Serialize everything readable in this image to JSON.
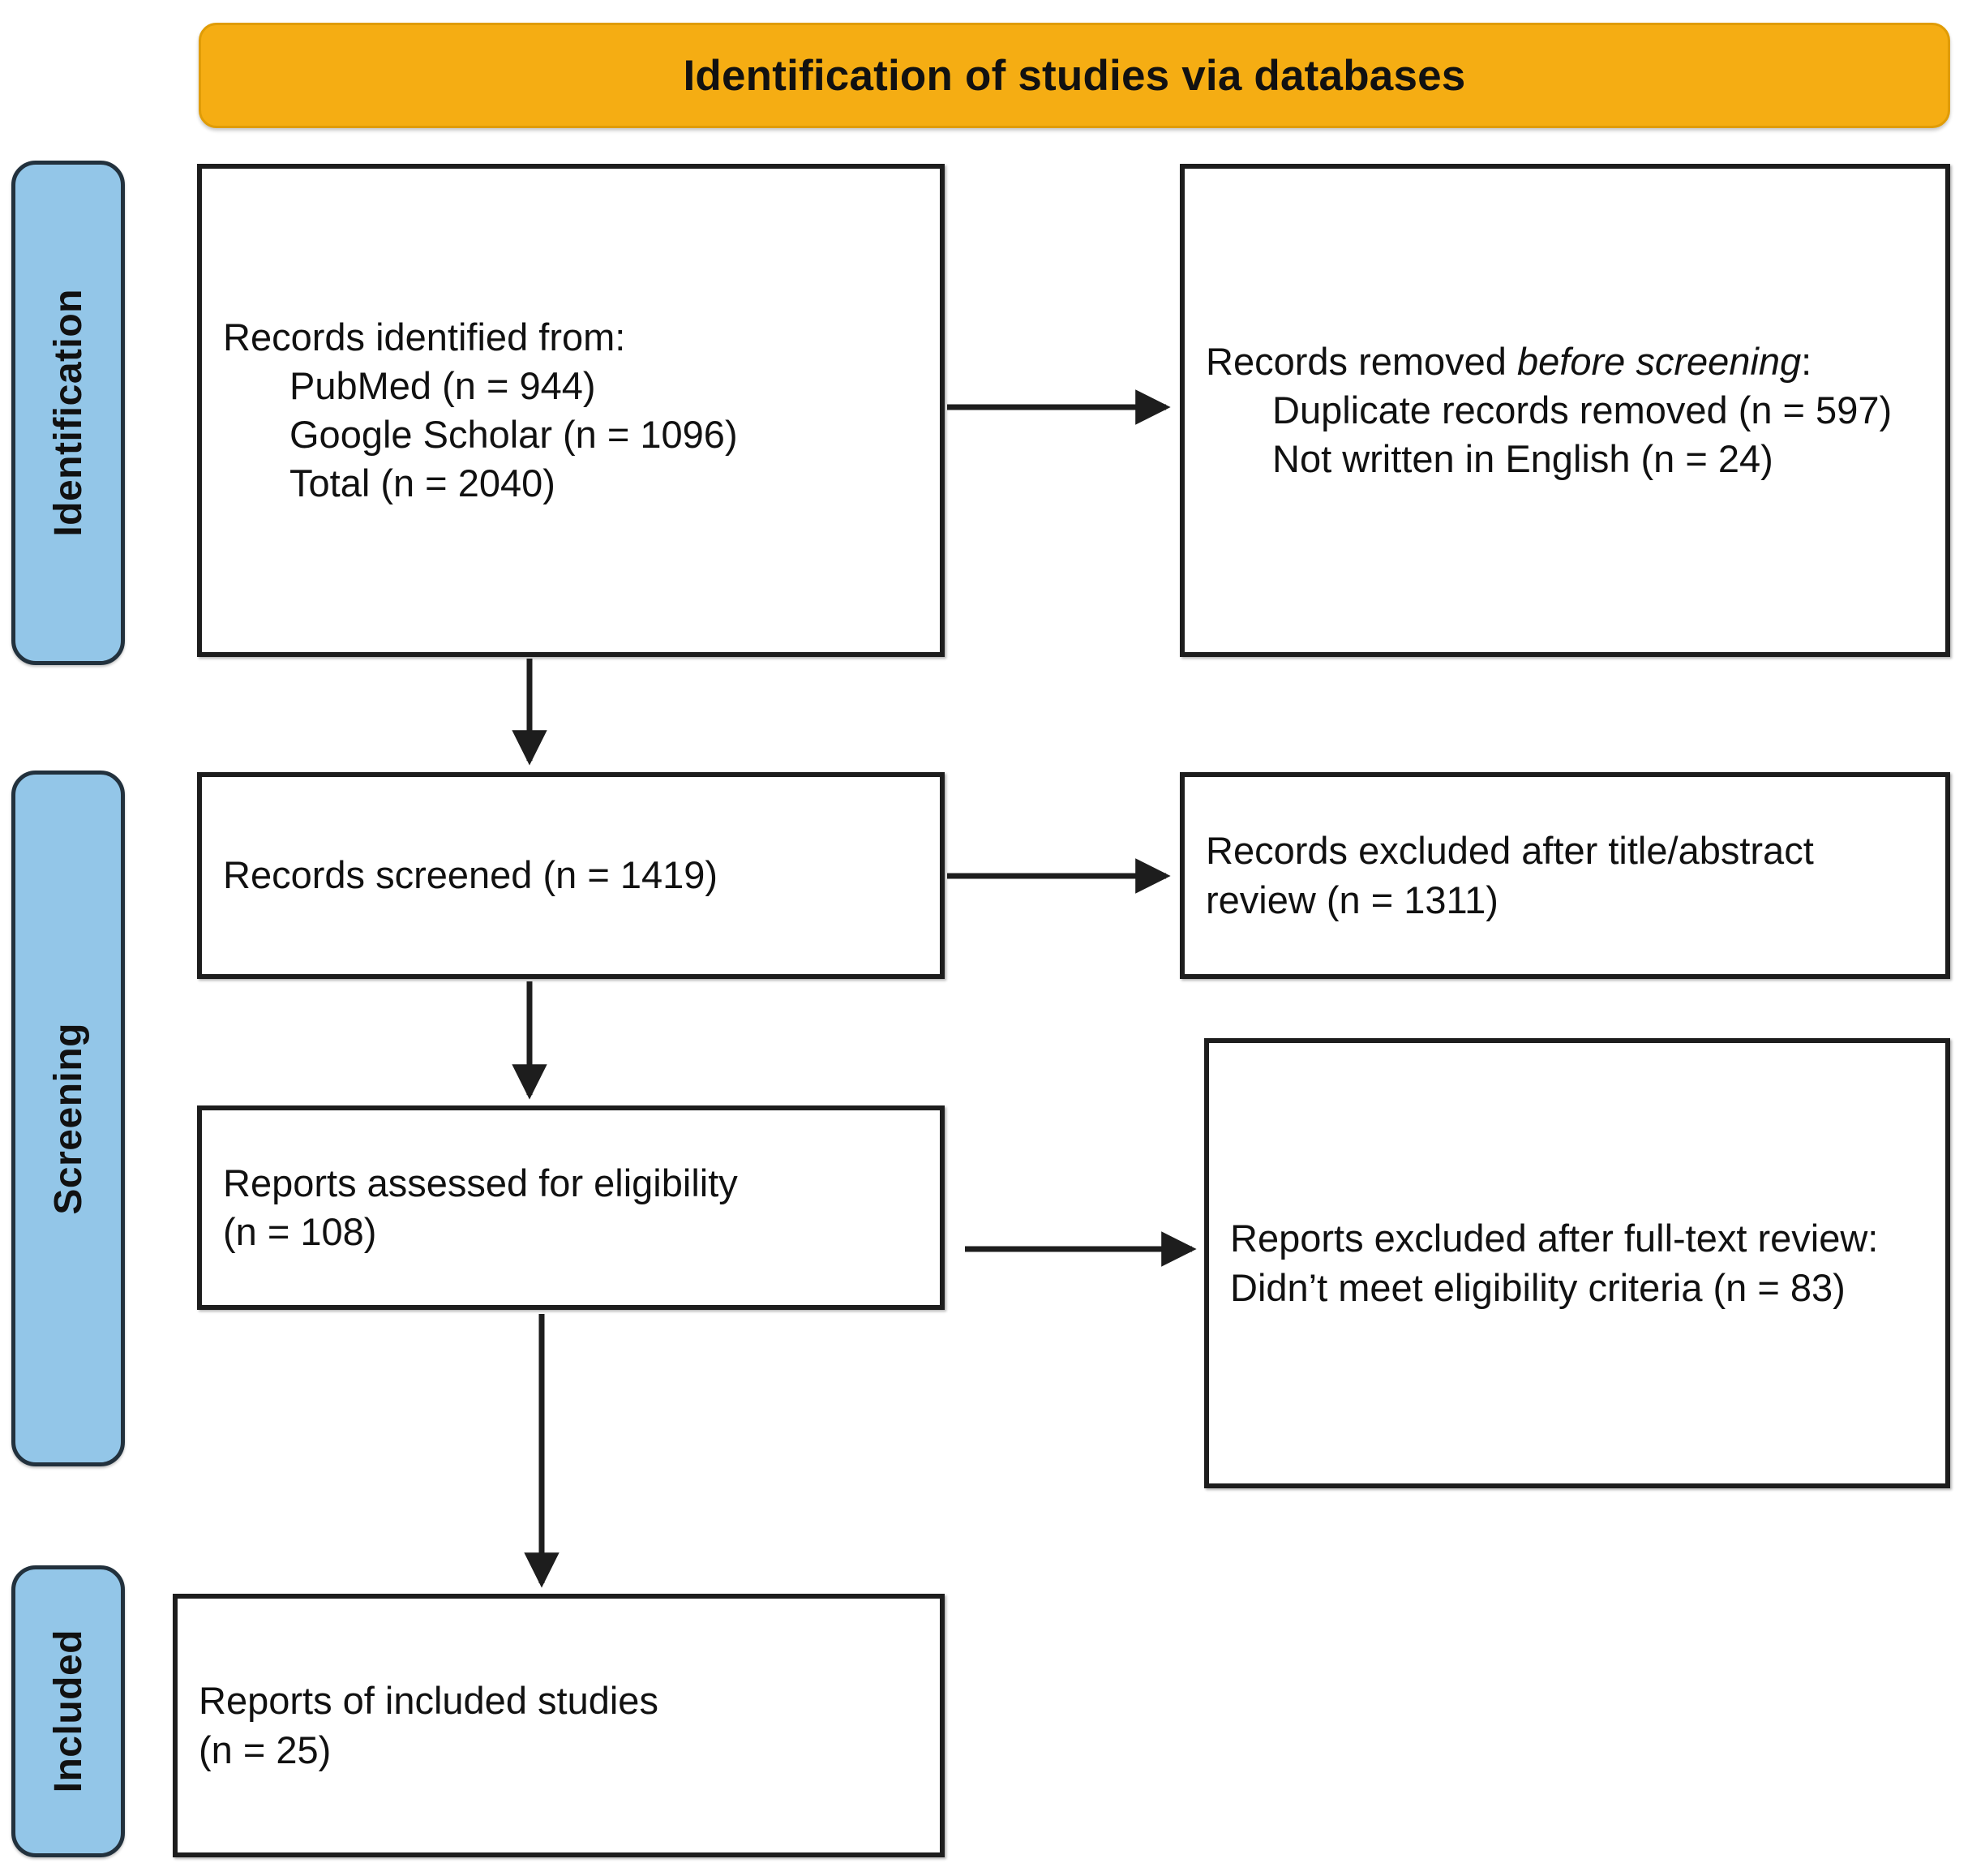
{
  "header": {
    "title": "Identification of studies via databases",
    "accent_color": "#f5ad13"
  },
  "phases": {
    "accent_color": "#93c6e8",
    "items": [
      {
        "id": "identification",
        "label": "Identification"
      },
      {
        "id": "screening",
        "label": "Screening"
      },
      {
        "id": "included",
        "label": "Included"
      }
    ]
  },
  "boxes": {
    "identified": {
      "title": "Records identified from:",
      "items": [
        "PubMed (n = 944)",
        "Google Scholar (n = 1096)",
        "Total (n = 2040)"
      ]
    },
    "removed_before_screening": {
      "title_plain": "Records removed ",
      "title_italic": "before screening",
      "title_suffix": ":",
      "items": [
        "Duplicate records removed (n = 597)",
        "Not written in English (n = 24)"
      ]
    },
    "screened": {
      "line": "Records screened (n = 1419)"
    },
    "excluded_title_abstract": {
      "line": "Records excluded after title/abstract review (n = 1311)"
    },
    "eligibility": {
      "line1": "Reports assessed for eligibility",
      "line2": "(n = 108)"
    },
    "excluded_full_text": {
      "title": "Reports excluded after full-text review:",
      "items": [
        "Didn’t meet eligibility criteria (n = 83)"
      ]
    },
    "included_studies": {
      "line1": "Reports of included studies",
      "line2": "(n = 25)"
    }
  },
  "arrows": [
    {
      "id": "identified-to-removed",
      "direction": "right"
    },
    {
      "id": "identified-to-screened",
      "direction": "down"
    },
    {
      "id": "screened-to-excluded-ta",
      "direction": "right"
    },
    {
      "id": "screened-to-eligibility",
      "direction": "down"
    },
    {
      "id": "eligibility-to-excluded-ft",
      "direction": "right"
    },
    {
      "id": "eligibility-to-included",
      "direction": "down"
    }
  ]
}
